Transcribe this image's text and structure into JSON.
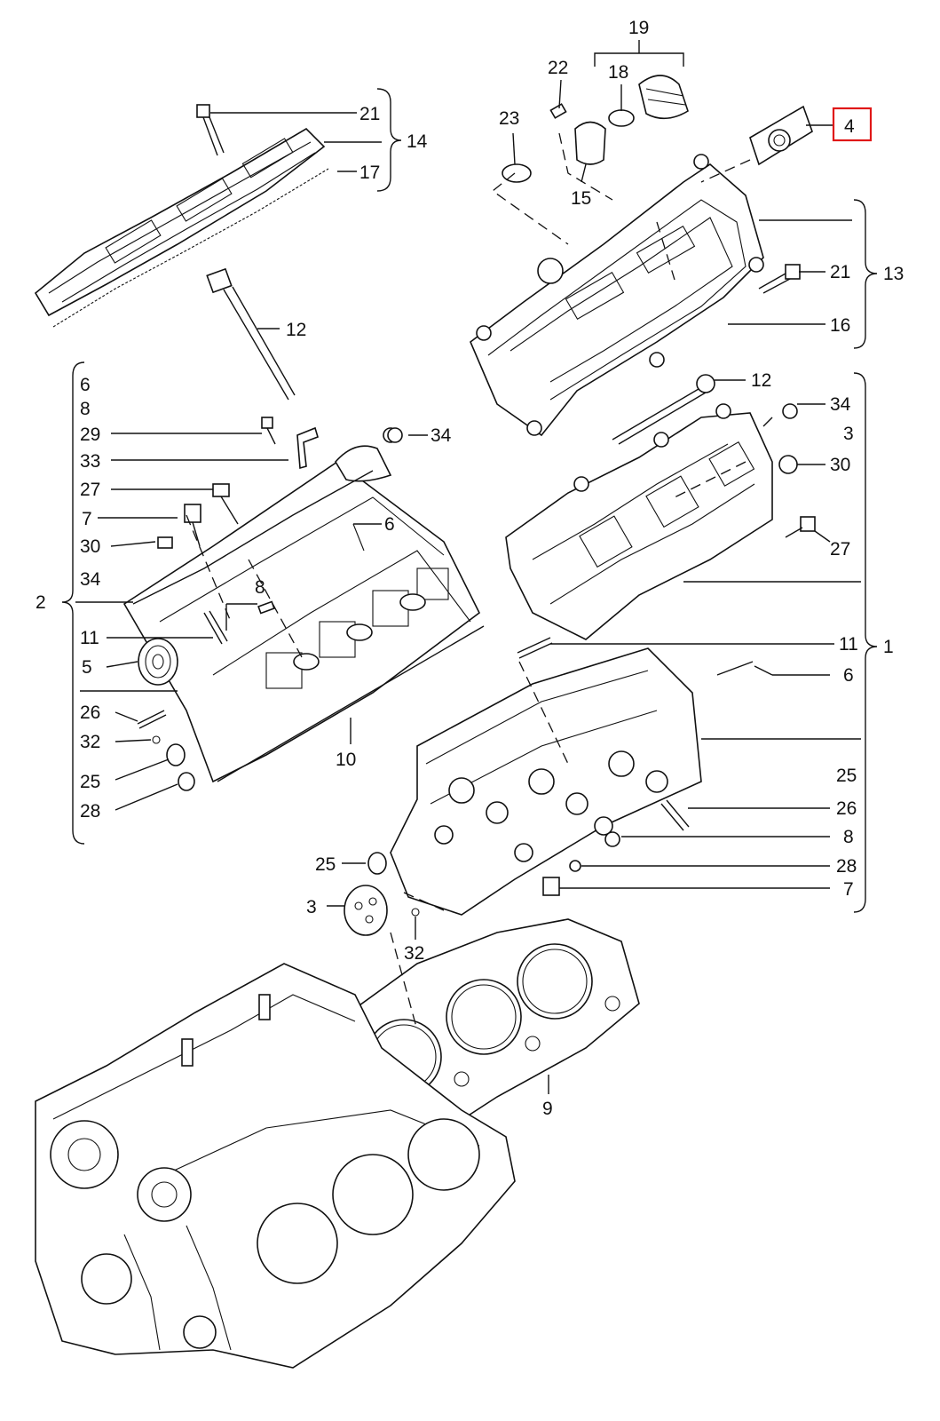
{
  "diagram": {
    "callouts": {
      "p21a": "21",
      "p14": "14",
      "p17": "17",
      "p12a": "12",
      "p19": "19",
      "p22": "22",
      "p18": "18",
      "p23": "23",
      "p15": "15",
      "p4": "4",
      "p21b": "21",
      "p13": "13",
      "p16": "16",
      "p12b": "12",
      "p34a": "34",
      "p3a": "3",
      "p30a": "30",
      "p27a": "27",
      "p11a": "11",
      "p1": "1",
      "p6a": "6",
      "p25a": "25",
      "p26a": "26",
      "p8a": "8",
      "p28a": "28",
      "p7a": "7",
      "p6b": "6",
      "p8b": "8",
      "p29": "29",
      "p33": "33",
      "p27b": "27",
      "p7b": "7",
      "p30b": "30",
      "p34b": "34",
      "p2": "2",
      "p8c": "8",
      "p11b": "11",
      "p5": "5",
      "p26b": "26",
      "p32a": "32",
      "p25b": "25",
      "p28b": "28",
      "p10": "10",
      "p34c": "34",
      "p6c": "6",
      "p25c": "25",
      "p3b": "3",
      "p32b": "32",
      "p9": "9"
    },
    "highlight_color": "#e01818"
  }
}
